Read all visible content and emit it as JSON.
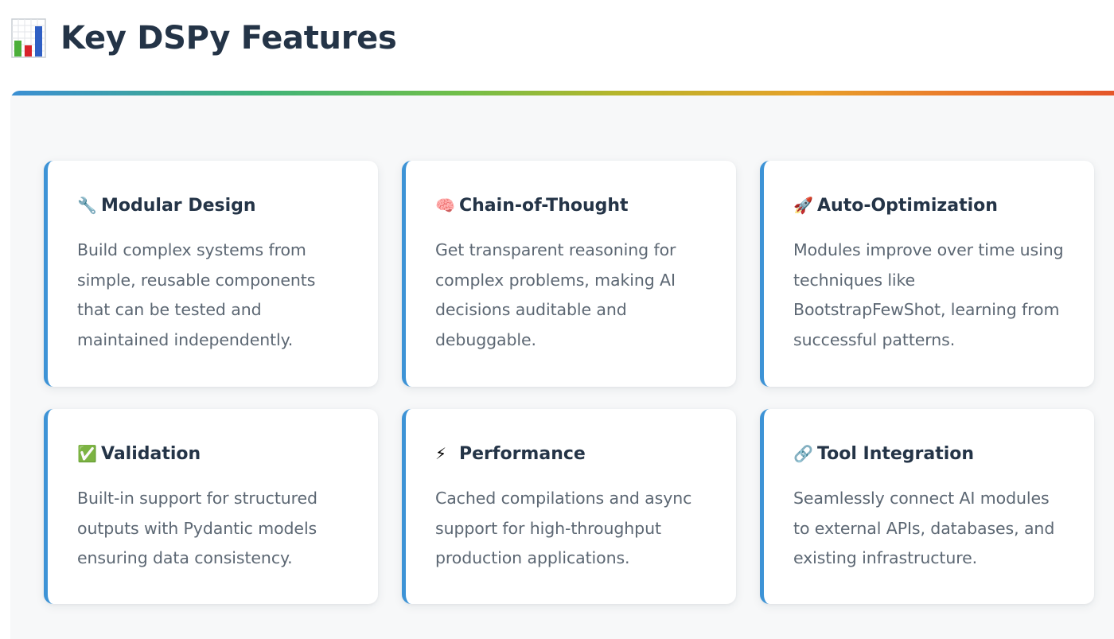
{
  "header": {
    "title": "Key DSPy Features",
    "icon": "bar-chart-icon"
  },
  "colors": {
    "title": "#243447",
    "card_accent": "#3d93d6",
    "panel_bg": "#f7f8f9",
    "desc_text": "#5c6773"
  },
  "features": [
    {
      "icon": "🔧",
      "icon_name": "wrench-icon",
      "title": "Modular Design",
      "description": "Build complex systems from simple, reusable components that can be tested and maintained independently."
    },
    {
      "icon": "🧠",
      "icon_name": "brain-icon",
      "title": "Chain-of-Thought",
      "description": "Get transparent reasoning for complex problems, making AI decisions auditable and debuggable."
    },
    {
      "icon": "🚀",
      "icon_name": "rocket-icon",
      "title": "Auto-Optimization",
      "description": "Modules improve over time using techniques like BootstrapFewShot, learning from successful patterns."
    },
    {
      "icon": "✅",
      "icon_name": "check-mark-icon",
      "title": "Validation",
      "description": "Built-in support for structured outputs with Pydantic models ensuring data consistency."
    },
    {
      "icon": "⚡",
      "icon_name": "lightning-icon",
      "title": "Performance",
      "description": "Cached compilations and async support for high-throughput production applications."
    },
    {
      "icon": "🔗",
      "icon_name": "link-icon",
      "title": "Tool Integration",
      "description": "Seamlessly connect AI modules to external APIs, databases, and existing infrastructure."
    }
  ]
}
